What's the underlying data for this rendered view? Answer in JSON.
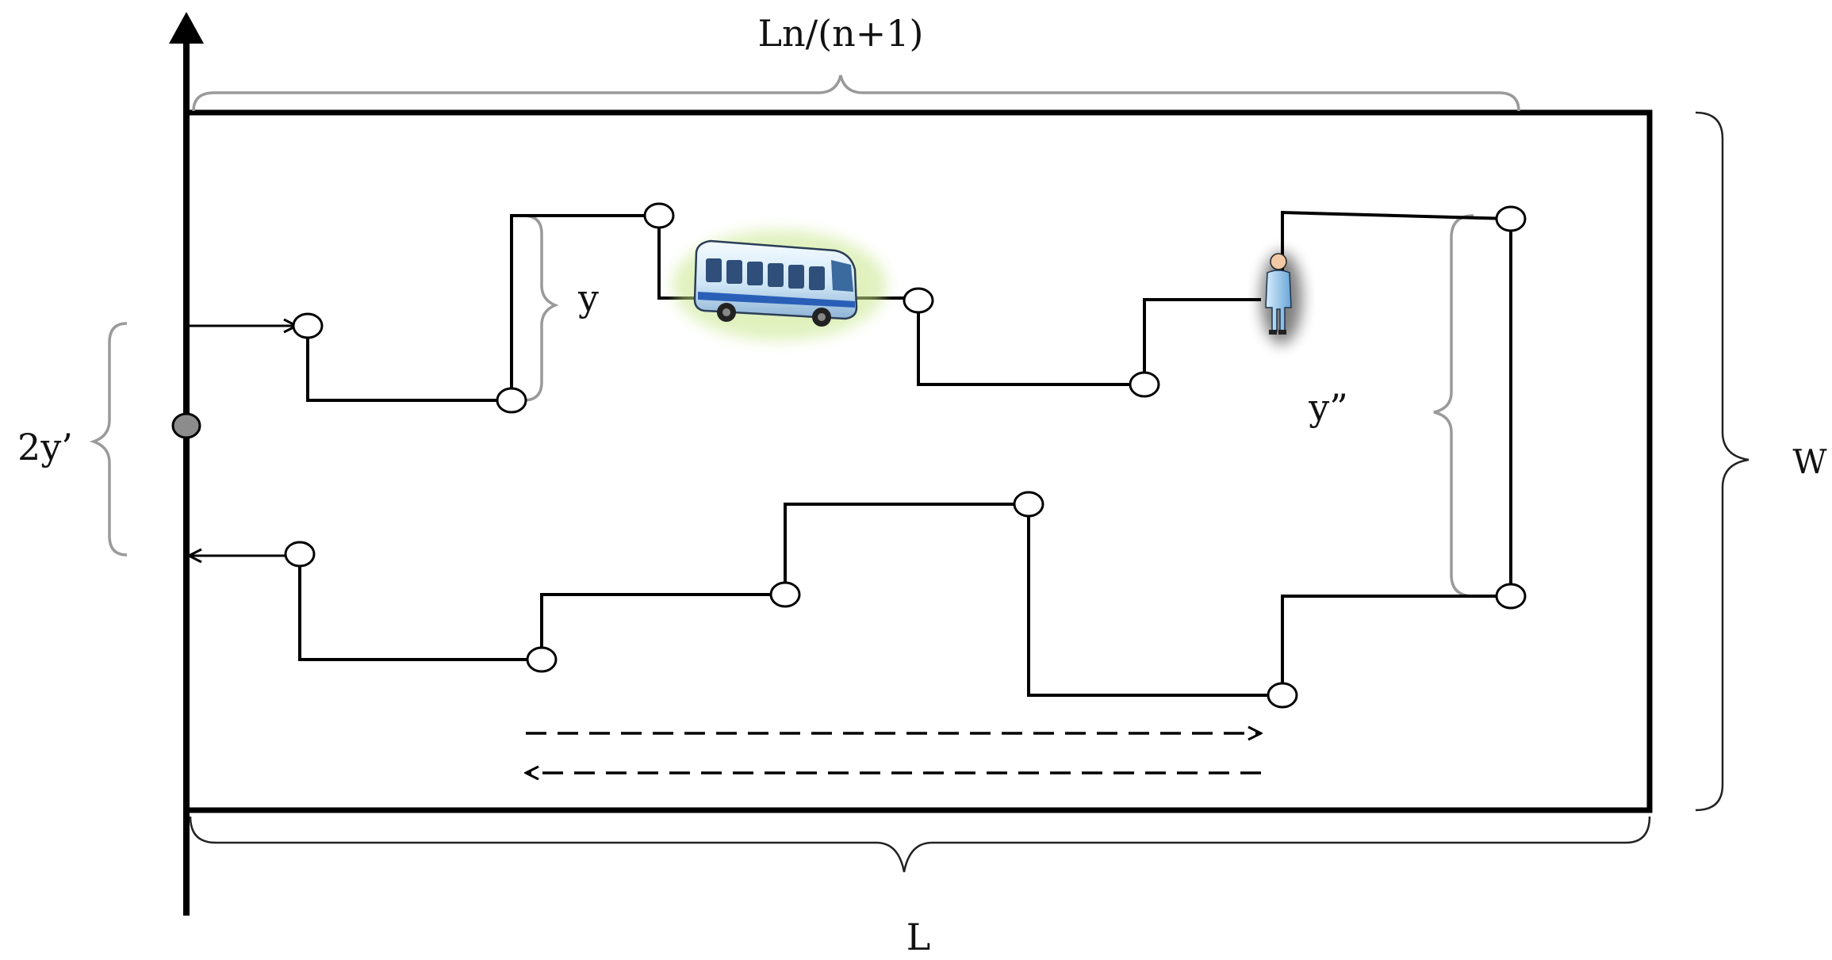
{
  "labels": {
    "top_width": "Ln/(n+1)",
    "bottom_length": "L",
    "right_width": "W",
    "left_spacing": "2y’",
    "inner_spacing": "y",
    "right_spacing": "y”"
  },
  "icons": {
    "vehicle": "bus-icon",
    "person": "passenger-icon"
  },
  "colors": {
    "line": "#000000",
    "brace": "#9a9a9a",
    "depot": "#8c8c8c",
    "bus_body": "#d8ecf8",
    "bus_stripe": "#2a5fb8",
    "person": "#8fc0e8"
  }
}
